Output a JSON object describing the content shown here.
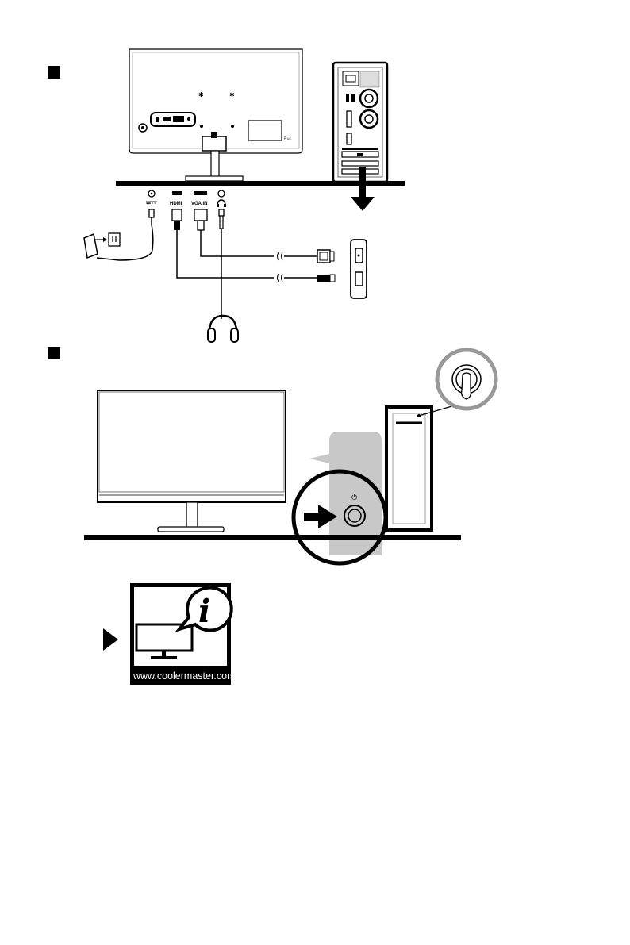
{
  "steps": [
    {
      "marker": "step-marker-1"
    },
    {
      "marker": "step-marker-2"
    }
  ],
  "ports": {
    "dc_in": "",
    "hdmi": "HDMI",
    "vga": "VGA IN",
    "audio": ""
  },
  "info_box": {
    "url": "www.coolermaster.com",
    "icon_letter": "i"
  }
}
